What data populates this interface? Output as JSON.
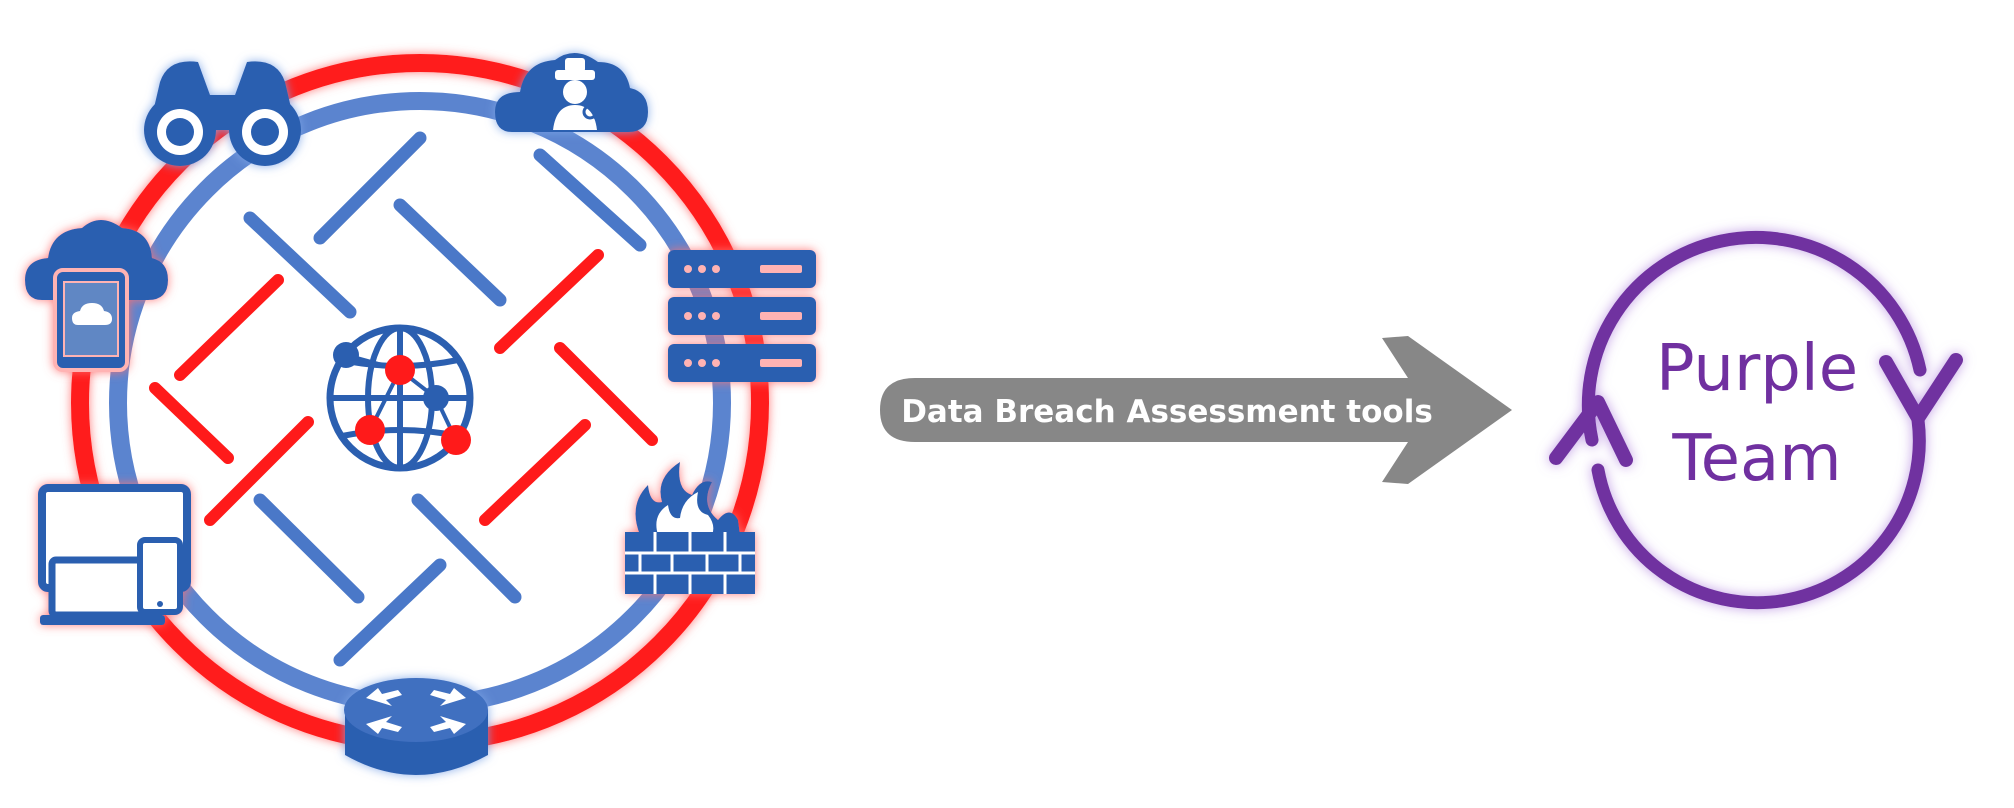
{
  "arrow": {
    "label": "Data Breach Assessment tools"
  },
  "team": {
    "line1": "Purple",
    "line2": "Team"
  },
  "icons": [
    "binoculars-icon",
    "cloud-spy-icon",
    "cloud-tablet-icon",
    "server-rack-icon",
    "globe-network-icon",
    "devices-icon",
    "firewall-icon",
    "router-icon"
  ],
  "colors": {
    "red": "#ff1a1a",
    "blue": "#4a78c8",
    "dark_blue": "#2b5fb0",
    "gray_arrow": "#878787",
    "purple": "#7030a0"
  }
}
